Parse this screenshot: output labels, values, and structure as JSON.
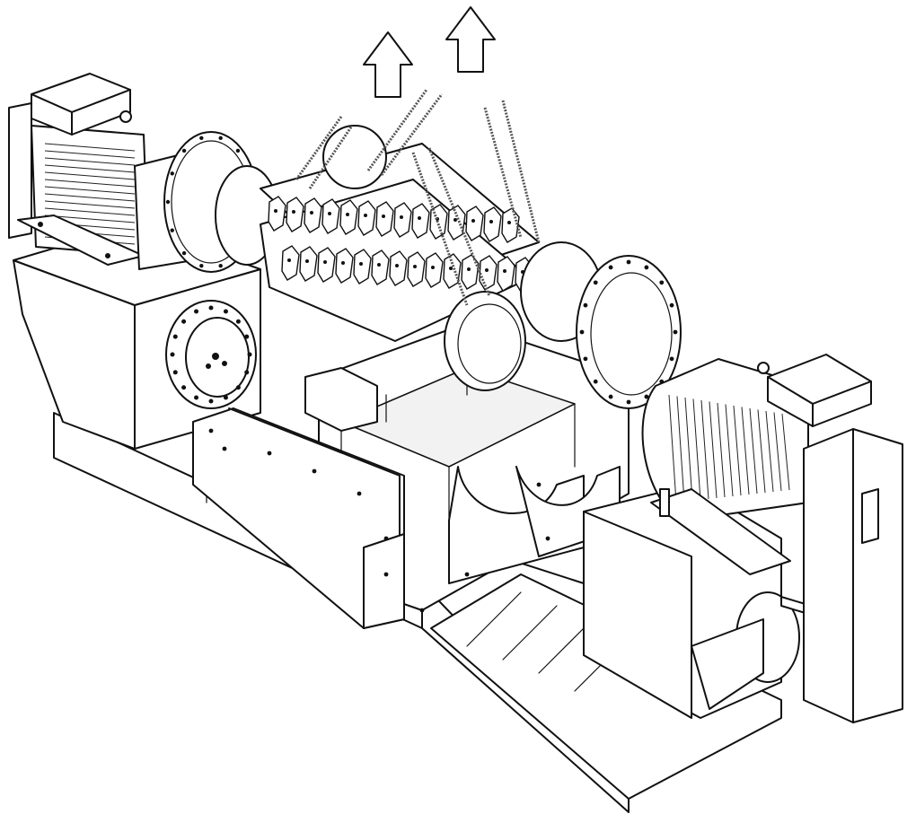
{
  "figure": {
    "colors": {
      "line": "#111111",
      "fill": "#ffffff",
      "shade": "#f2f2f2"
    },
    "icons": [
      "lift-arrow-icon",
      "electric-motor-icon",
      "gearbox-icon",
      "shredder-rotor-icon",
      "bearing-housing-icon",
      "lifting-sling-icon"
    ],
    "lift_arrows": 2,
    "lifting_slings": 8,
    "motors": 2,
    "rotors": 2
  }
}
